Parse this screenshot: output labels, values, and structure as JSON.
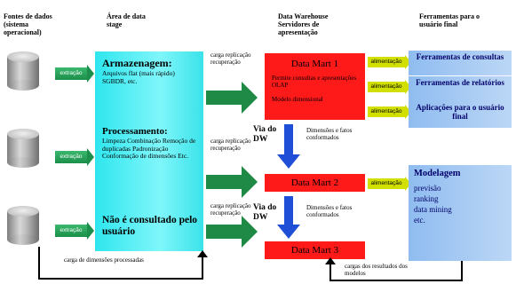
{
  "headers": {
    "sources": "Fontes de dados (sistema operacional)",
    "stage": "Área de data stage",
    "dw": "Data Warehouse Servidores de apresentação",
    "tools": "Ferramentas para o usuário final"
  },
  "extraction_label": "extração",
  "stage": {
    "storage_title": "Armazenagem:",
    "storage_lines": "Arquivos flat (mais rápido) SGBDR, etc.",
    "processing_title": "Processamento:",
    "processing_lines": "Limpeza Combinação Remoção de duplicadas Padronização Conformação de dimensões Etc.",
    "not_queried": "Não é consultado pelo usuário"
  },
  "load_label": "carga replicação recuperação",
  "marts": {
    "m1_title": "Data Mart 1",
    "m1_desc1": "Permite consultas e apresentações OLAP",
    "m1_desc2": "Modelo dimensional",
    "m2_title": "Data Mart 2",
    "m3_title": "Data Mart 3"
  },
  "via_dw": "Via do DW",
  "dims_label": "Dimensões e fatos conformados",
  "feed_label": "alimentação",
  "tools": {
    "t1": "Ferramentas de consultas",
    "t2": "Ferramentas de relatórios",
    "t3": "Aplicações para o usuário final",
    "modeling_title": "Modelagem",
    "modeling_items": [
      "previsão",
      "ranking",
      "data mining",
      "etc."
    ]
  },
  "bottom": {
    "dim_loads": "carga de dimensões processadas",
    "result_loads": "cargas dos resultados dos modelos"
  },
  "colors": {
    "stage": "#4eeef2",
    "mart": "#ff1a1a",
    "tool": "#a6c8f2",
    "feed": "#d1e000",
    "extract": "#23a85a",
    "arrow": "#1f7f3f"
  }
}
